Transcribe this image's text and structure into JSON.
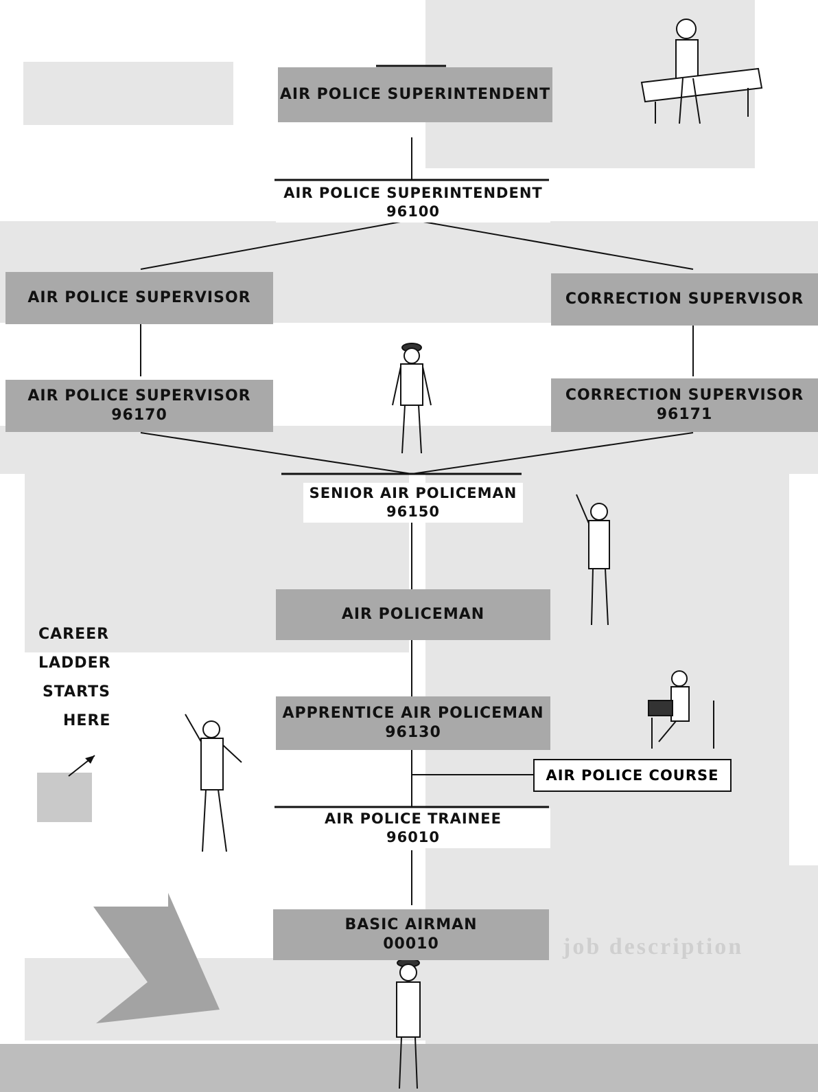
{
  "diagram": {
    "top_box": "AIR POLICE SUPERINTENDENT",
    "superintendent": {
      "title": "AIR POLICE SUPERINTENDENT",
      "code": "96100"
    },
    "supervisor_left_top": "AIR POLICE SUPERVISOR",
    "supervisor_right_top": "CORRECTION SUPERVISOR",
    "supervisor_left": {
      "title": "AIR POLICE SUPERVISOR",
      "code": "96170"
    },
    "supervisor_right": {
      "title": "CORRECTION SUPERVISOR",
      "code": "96171"
    },
    "senior": {
      "title": "SENIOR AIR POLICEMAN",
      "code": "96150"
    },
    "policeman": "AIR POLICEMAN",
    "apprentice": {
      "title": "APPRENTICE AIR POLICEMAN",
      "code": "96130"
    },
    "course": "AIR POLICE COURSE",
    "trainee": {
      "title": "AIR POLICE TRAINEE",
      "code": "96010"
    },
    "basic": {
      "title": "BASIC AIRMAN",
      "code": "00010"
    },
    "ladder_words": [
      "CAREER",
      "LADDER",
      "STARTS",
      "HERE"
    ],
    "ghost_heading": "job description"
  },
  "colors": {
    "box_gray": "#a9a9a9",
    "background_text_gray": "#e6e6e6",
    "line": "#111111"
  }
}
